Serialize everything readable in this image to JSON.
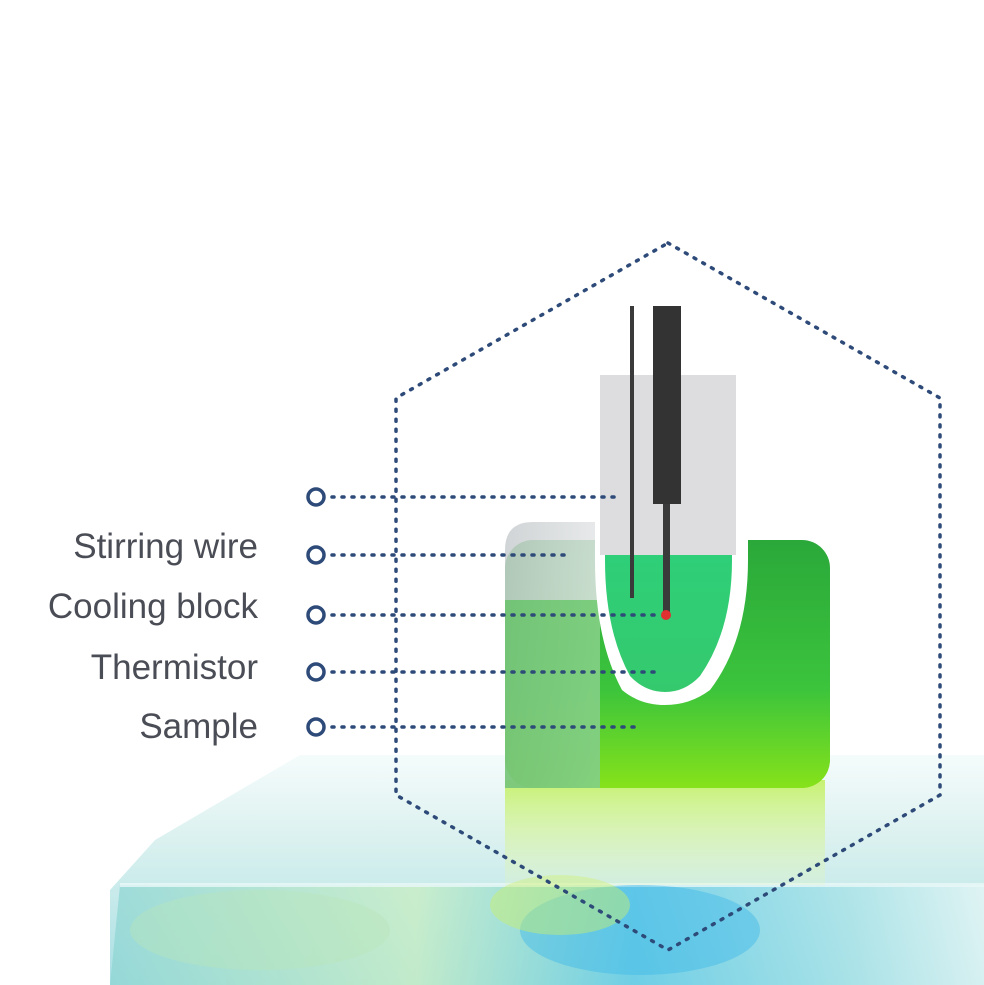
{
  "labels": {
    "stirring_wire": "Stirring wire",
    "cooling_block": "Cooling block",
    "thermistor": "Thermistor",
    "sample": "Sample"
  },
  "colors": {
    "leader": "#2d4a78",
    "sample_green": "#2fcb74",
    "block_green": "#3fbf40",
    "probe_dark": "#333333",
    "thermistor_tip": "#e03030",
    "ice": "#bfe6ea"
  }
}
